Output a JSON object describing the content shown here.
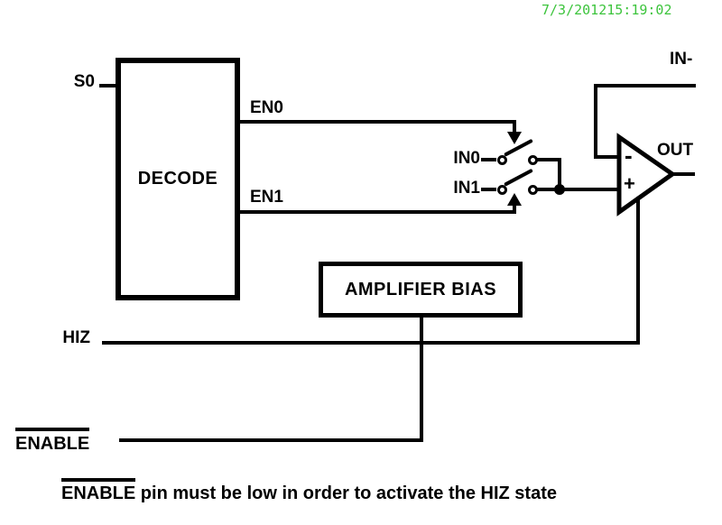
{
  "timestamp": "7/3/201215:19:02",
  "colors": {
    "line": "#000000",
    "background": "#ffffff",
    "timestamp": "#3dc43d"
  },
  "diagram": {
    "blocks": {
      "decode": "DECODE",
      "amplifier_bias": "AMPLIFIER BIAS"
    },
    "pins": {
      "s0": "S0",
      "en0": "EN0",
      "en1": "EN1",
      "in0": "IN0",
      "in1": "IN1",
      "in_minus": "IN-",
      "out": "OUT",
      "hiz": "HIZ",
      "enable": "ENABLE"
    },
    "opamp": {
      "minus": "-",
      "plus": "+"
    },
    "caption": {
      "enable": "ENABLE",
      "text": " pin must be low in order to activate the HIZ state"
    }
  }
}
